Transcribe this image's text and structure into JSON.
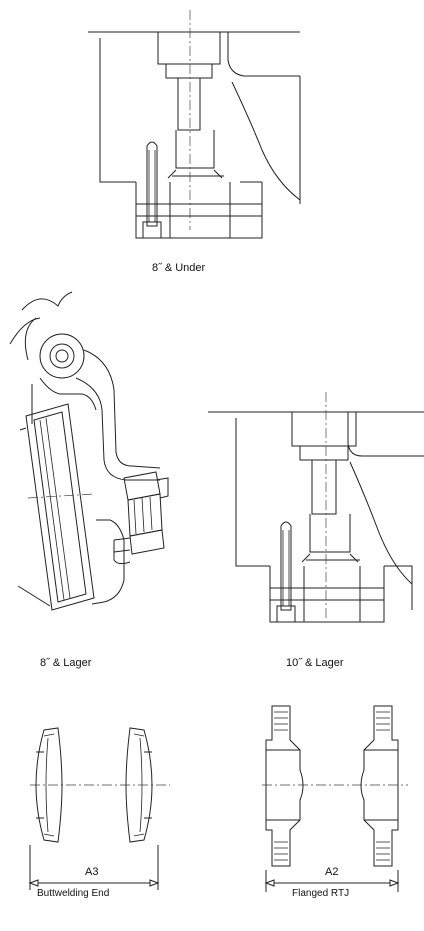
{
  "captions": {
    "detail_8_under": "8˝ & Under",
    "detail_8_larger": "8˝ & Lager",
    "detail_10_larger": "10˝ & Lager"
  },
  "end_types": {
    "buttweld": {
      "dimension": "A3",
      "label": "Buttwelding End"
    },
    "flanged": {
      "dimension": "A2",
      "label": "Flanged RTJ"
    }
  }
}
